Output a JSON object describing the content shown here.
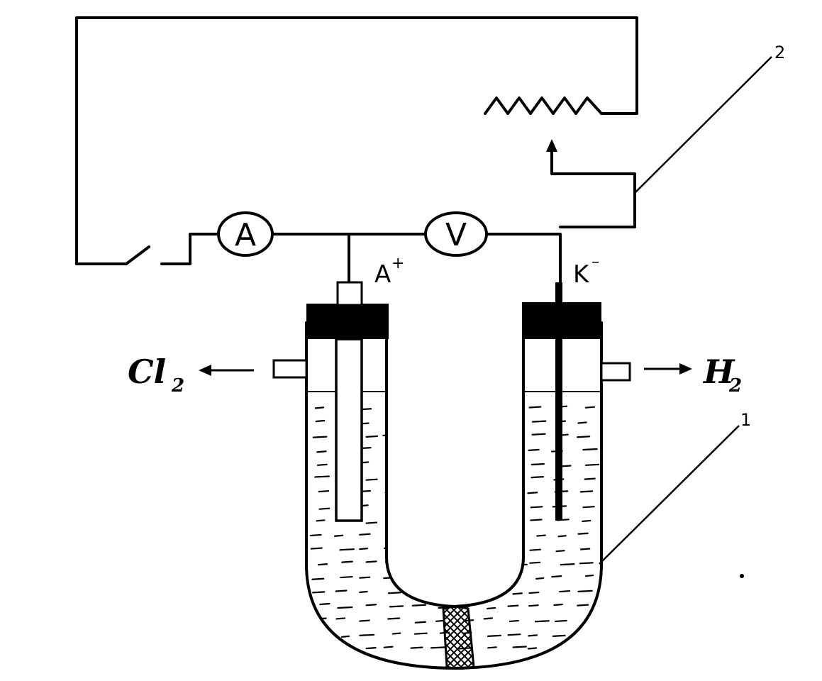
{
  "labels": {
    "ammeter": "A",
    "voltmeter": "V",
    "anode": "A",
    "anode_sign": "+",
    "cathode": "K",
    "cathode_sign": "–",
    "chlorine": "Cl",
    "chlorine_sub": "2",
    "hydrogen": "H",
    "hydrogen_sub": "2",
    "callout_1": "1",
    "callout_2": "2"
  },
  "colors": {
    "ink": "#000000",
    "paper": "#ffffff"
  }
}
